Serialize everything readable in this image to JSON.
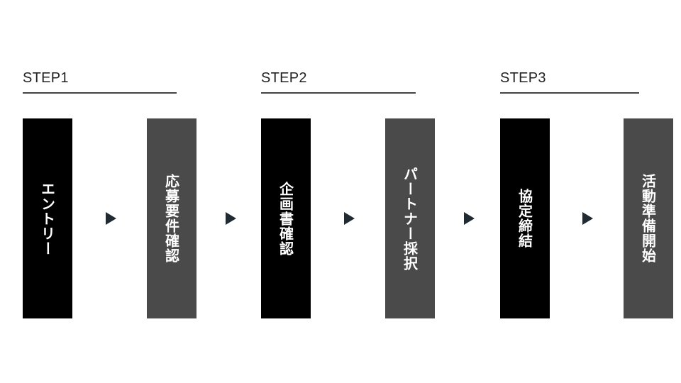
{
  "colors": {
    "primary_box": "#000000",
    "secondary_box": "#4a4a4a",
    "arrow": "#1f2a33",
    "line": "#444444"
  },
  "steps": [
    {
      "label": "STEP1"
    },
    {
      "label": "STEP2"
    },
    {
      "label": "STEP3"
    }
  ],
  "boxes": [
    {
      "text": "エントリー",
      "style": "primary"
    },
    {
      "text": "応募要件確認",
      "style": "secondary"
    },
    {
      "text": "企画書確認",
      "style": "primary"
    },
    {
      "text": "パートナー採択",
      "style": "secondary"
    },
    {
      "text": "協定締結",
      "style": "primary"
    },
    {
      "text": "活動準備開始",
      "style": "secondary"
    }
  ],
  "arrow_icon": "triangle-right-icon"
}
